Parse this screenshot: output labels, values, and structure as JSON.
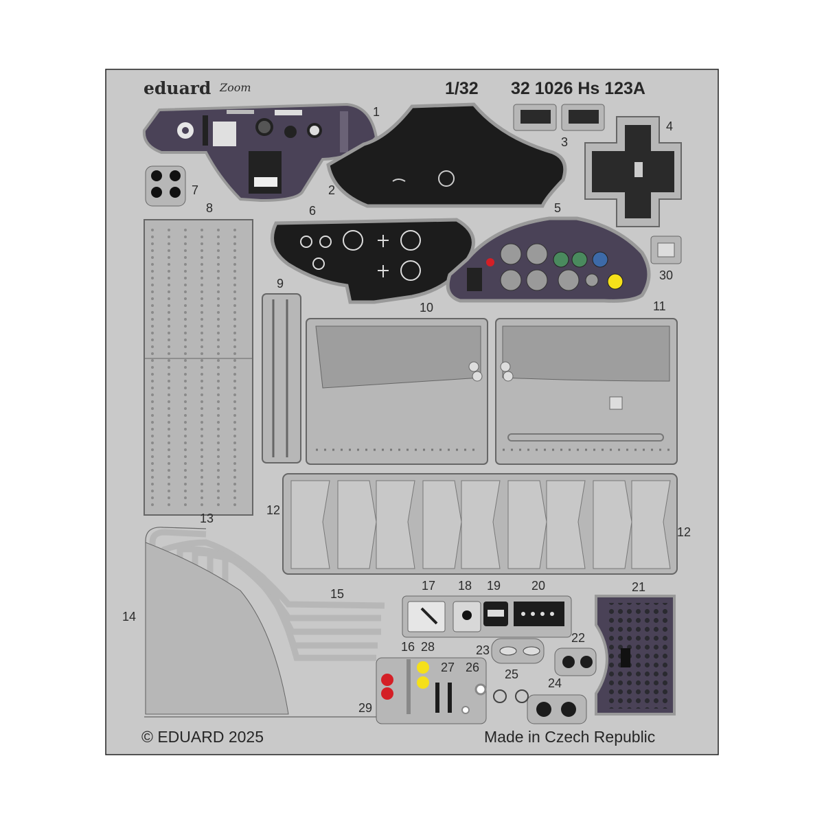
{
  "header": {
    "brand": "eduard",
    "sub_brand": "Zoom",
    "scale": "1/32",
    "set_title": "32 1026 Hs 123A"
  },
  "footer": {
    "copyright": "© EDUARD 2025",
    "origin": "Made in Czech Republic"
  },
  "part_numbers": {
    "p1": "1",
    "p2": "2",
    "p3": "3",
    "p4": "4",
    "p5": "5",
    "p6": "6",
    "p7": "7",
    "p8": "8",
    "p9": "9",
    "p10": "10",
    "p11": "11",
    "p12a": "12",
    "p12b": "12",
    "p13": "13",
    "p14": "14",
    "p15": "15",
    "p16": "16",
    "p17": "17",
    "p18": "18",
    "p19": "19",
    "p20": "20",
    "p21": "21",
    "p22": "22",
    "p23": "23",
    "p24": "24",
    "p25": "25",
    "p26": "26",
    "p27": "27",
    "p28": "28",
    "p29": "29",
    "p30": "30"
  },
  "colors": {
    "fret": "#c9c9c9",
    "part": "#b7b7b7",
    "outline": "#666666",
    "panel_purple": "#4a4257",
    "panel_black": "#1c1c1c",
    "signal_red": "#d41f26",
    "signal_yellow": "#f5e01a",
    "gauge_green": "#4a8a5e",
    "gauge_blue": "#3d6aa8"
  }
}
